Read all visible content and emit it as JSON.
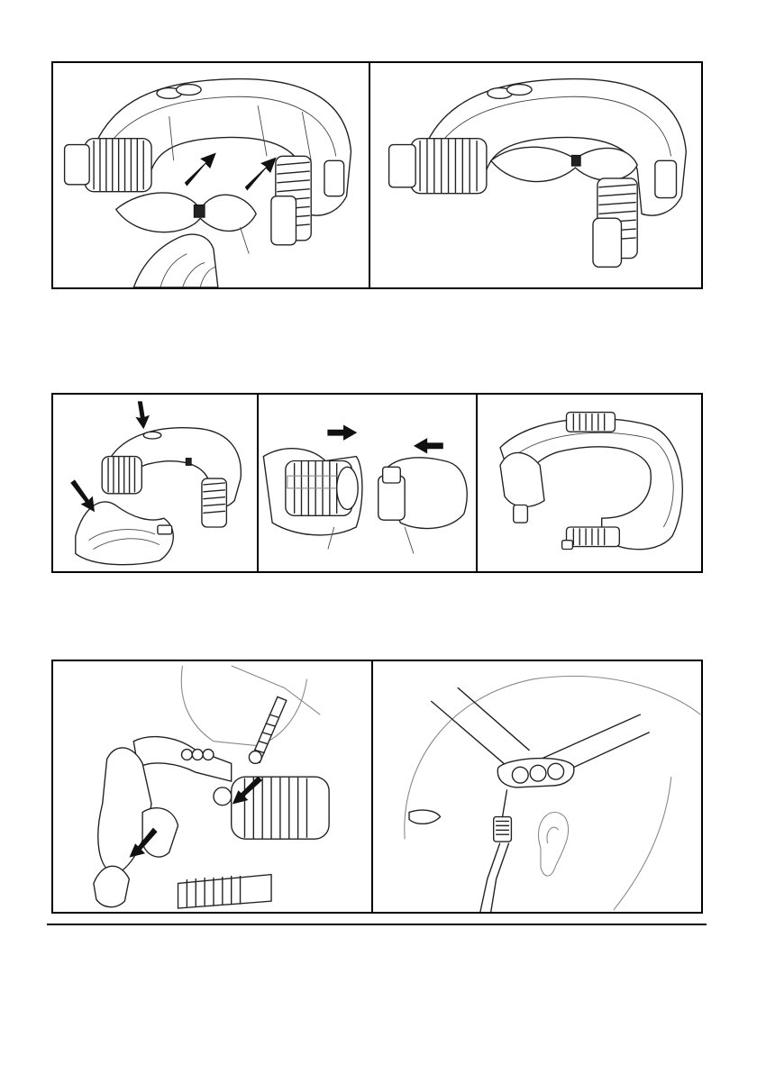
{
  "page": {
    "figures": [
      {
        "id": "fig1",
        "panels": [
          "filter-insert",
          "filter-installed"
        ]
      },
      {
        "id": "fig2",
        "panels": [
          "breathing-tube-attach",
          "connector-push",
          "assembled-unit"
        ]
      },
      {
        "id": "fig3",
        "panels": [
          "headband-connection",
          "head-view"
        ]
      }
    ],
    "colors": {
      "line": "#222222",
      "arrow": "#111111",
      "background": "#ffffff"
    },
    "icons": [
      "arrow-icon",
      "hand-icon",
      "ear-icon"
    ]
  }
}
